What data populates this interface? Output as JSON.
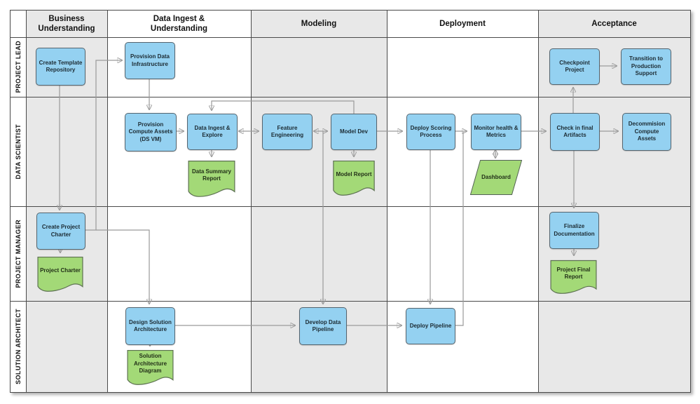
{
  "diagram": {
    "type": "swimlane-flowchart",
    "phases": [
      {
        "label": "Business\nUnderstanding"
      },
      {
        "label": "Data Ingest &\nUnderstanding"
      },
      {
        "label": "Modeling"
      },
      {
        "label": "Deployment"
      },
      {
        "label": "Acceptance"
      }
    ],
    "roles": [
      {
        "label": "PROJECT LEAD"
      },
      {
        "label": "DATA SCIENTIST"
      },
      {
        "label": "PROJECT MANAGER"
      },
      {
        "label": "SOLUTION ARCHITECT"
      }
    ],
    "nodes": [
      {
        "id": "create-template-repository",
        "label": "Create Template Repository",
        "type": "process",
        "role": "PROJECT LEAD",
        "phase": "Business Understanding"
      },
      {
        "id": "provision-data-infrastructure",
        "label": "Provision Data Infrastructure",
        "type": "process",
        "role": "PROJECT LEAD",
        "phase": "Data Ingest & Understanding"
      },
      {
        "id": "checkpoint-project",
        "label": "Checkpoint Project",
        "type": "process",
        "role": "PROJECT LEAD",
        "phase": "Acceptance"
      },
      {
        "id": "transition-to-production-support",
        "label": "Transition to Production Support",
        "type": "process",
        "role": "PROJECT LEAD",
        "phase": "Acceptance"
      },
      {
        "id": "provision-compute-assets",
        "label": "Provision Compute Assets (DS VM)",
        "type": "process",
        "role": "DATA SCIENTIST",
        "phase": "Data Ingest & Understanding"
      },
      {
        "id": "data-ingest-explore",
        "label": "Data Ingest & Explore",
        "type": "process",
        "role": "DATA SCIENTIST",
        "phase": "Data Ingest & Understanding"
      },
      {
        "id": "data-summary-report",
        "label": "Data Summary Report",
        "type": "document",
        "role": "DATA SCIENTIST",
        "phase": "Data Ingest & Understanding"
      },
      {
        "id": "feature-engineering",
        "label": "Feature Engineering",
        "type": "process",
        "role": "DATA SCIENTIST",
        "phase": "Modeling"
      },
      {
        "id": "model-dev",
        "label": "Model Dev",
        "type": "process",
        "role": "DATA SCIENTIST",
        "phase": "Modeling"
      },
      {
        "id": "model-report",
        "label": "Model Report",
        "type": "document",
        "role": "DATA SCIENTIST",
        "phase": "Modeling"
      },
      {
        "id": "deploy-scoring-process",
        "label": "Deploy Scoring Process",
        "type": "process",
        "role": "DATA SCIENTIST",
        "phase": "Deployment"
      },
      {
        "id": "monitor-health-metrics",
        "label": "Monitor health & Metrics",
        "type": "process",
        "role": "DATA SCIENTIST",
        "phase": "Deployment"
      },
      {
        "id": "dashboard",
        "label": "Dashboard",
        "type": "display",
        "role": "DATA SCIENTIST",
        "phase": "Deployment"
      },
      {
        "id": "check-in-final-artifacts",
        "label": "Check in final Artifacts",
        "type": "process",
        "role": "DATA SCIENTIST",
        "phase": "Acceptance"
      },
      {
        "id": "decommission-compute-assets",
        "label": "Decommision Compute Assets",
        "type": "process",
        "role": "DATA SCIENTIST",
        "phase": "Acceptance"
      },
      {
        "id": "create-project-charter",
        "label": "Create Project Charter",
        "type": "process",
        "role": "PROJECT MANAGER",
        "phase": "Business Understanding"
      },
      {
        "id": "project-charter",
        "label": "Project Charter",
        "type": "document",
        "role": "PROJECT MANAGER",
        "phase": "Business Understanding"
      },
      {
        "id": "finalize-documentation",
        "label": "Finalize Documentation",
        "type": "process",
        "role": "PROJECT MANAGER",
        "phase": "Acceptance"
      },
      {
        "id": "project-final-report",
        "label": "Project Final Report",
        "type": "document",
        "role": "PROJECT MANAGER",
        "phase": "Acceptance"
      },
      {
        "id": "design-solution-architecture",
        "label": "Design Solution Architecture",
        "type": "process",
        "role": "SOLUTION ARCHITECT",
        "phase": "Data Ingest & Understanding"
      },
      {
        "id": "solution-architecture-diagram",
        "label": "Solution Architecture Diagram",
        "type": "document",
        "role": "SOLUTION ARCHITECT",
        "phase": "Data Ingest & Understanding"
      },
      {
        "id": "develop-data-pipeline",
        "label": "Develop Data Pipeline",
        "type": "process",
        "role": "SOLUTION ARCHITECT",
        "phase": "Modeling"
      },
      {
        "id": "deploy-pipeline",
        "label": "Deploy Pipeline",
        "type": "process",
        "role": "SOLUTION ARCHITECT",
        "phase": "Deployment"
      }
    ],
    "edges": [
      {
        "from": "create-template-repository",
        "to": "create-project-charter"
      },
      {
        "from": "create-project-charter",
        "to": "provision-data-infrastructure"
      },
      {
        "from": "create-project-charter",
        "to": "design-solution-architecture"
      },
      {
        "from": "create-project-charter",
        "to": "project-charter"
      },
      {
        "from": "provision-data-infrastructure",
        "to": "provision-compute-assets"
      },
      {
        "from": "provision-compute-assets",
        "to": "data-ingest-explore"
      },
      {
        "from": "data-ingest-explore",
        "to": "feature-engineering",
        "bidirectional": true
      },
      {
        "from": "feature-engineering",
        "to": "model-dev",
        "bidirectional": true
      },
      {
        "from": "model-dev",
        "to": "data-ingest-explore"
      },
      {
        "from": "data-ingest-explore",
        "to": "data-summary-report"
      },
      {
        "from": "model-dev",
        "to": "model-report"
      },
      {
        "from": "model-dev",
        "to": "deploy-scoring-process"
      },
      {
        "from": "model-dev",
        "to": "develop-data-pipeline"
      },
      {
        "from": "deploy-scoring-process",
        "to": "monitor-health-metrics"
      },
      {
        "from": "deploy-scoring-process",
        "to": "deploy-pipeline"
      },
      {
        "from": "deploy-pipeline",
        "to": "monitor-health-metrics"
      },
      {
        "from": "monitor-health-metrics",
        "to": "dashboard",
        "bidirectional": true
      },
      {
        "from": "monitor-health-metrics",
        "to": "check-in-final-artifacts"
      },
      {
        "from": "check-in-final-artifacts",
        "to": "checkpoint-project"
      },
      {
        "from": "checkpoint-project",
        "to": "transition-to-production-support"
      },
      {
        "from": "check-in-final-artifacts",
        "to": "decommission-compute-assets"
      },
      {
        "from": "check-in-final-artifacts",
        "to": "finalize-documentation"
      },
      {
        "from": "finalize-documentation",
        "to": "project-final-report"
      },
      {
        "from": "design-solution-architecture",
        "to": "develop-data-pipeline"
      },
      {
        "from": "design-solution-architecture",
        "to": "solution-architecture-diagram"
      },
      {
        "from": "develop-data-pipeline",
        "to": "deploy-pipeline"
      }
    ],
    "colors": {
      "process_fill": "#94d1f1",
      "process_border": "#55646e",
      "document_fill": "#a3d977",
      "document_border": "#5d7152",
      "lane_gray": "#e8e8e8",
      "lane_white": "#ffffff",
      "grid_border": "#4a4a4a",
      "connector": "#9a9a9a"
    }
  }
}
